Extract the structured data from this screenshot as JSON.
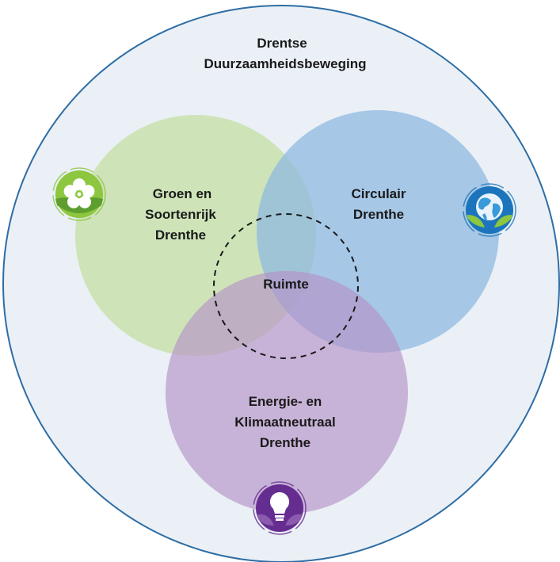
{
  "title": {
    "line1": "Drentse",
    "line2": "Duurzaamheidsbeweging"
  },
  "circles": {
    "groen": {
      "lines": [
        "Groen en",
        "Soortenrijk",
        "Drenthe"
      ],
      "color": "#c9e2ad",
      "icon": "flower-icon"
    },
    "circulair": {
      "lines": [
        "Circulair",
        "Drenthe"
      ],
      "color": "#a7c8e6",
      "icon": "globe-icon"
    },
    "energie": {
      "lines": [
        "Energie- en",
        "Klimaatneutraal",
        "Drenthe"
      ],
      "color": "#c7aed4",
      "icon": "lightbulb-icon"
    }
  },
  "center": {
    "label": "Ruimte"
  },
  "colors": {
    "outer_border": "#2e6da4",
    "outer_fill": "#eaf0f6",
    "green_icon": "#8dc63f",
    "blue_icon": "#1c75bc",
    "purple_icon": "#662d91"
  }
}
